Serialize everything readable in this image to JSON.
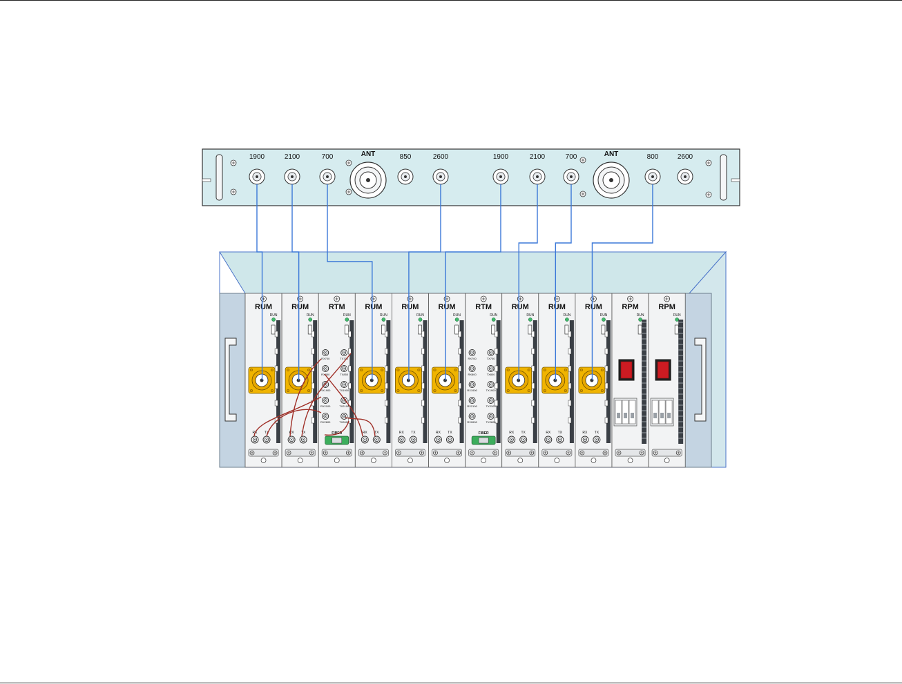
{
  "antenna_panel": {
    "left_group": [
      "1900",
      "2100",
      "700",
      "ANT",
      "850",
      "2600"
    ],
    "right_group": [
      "1900",
      "2100",
      "700",
      "ANT",
      "800",
      "2600"
    ]
  },
  "chassis": {
    "modules": [
      {
        "type": "RUM",
        "status": "RUN",
        "rx": "RX",
        "tx": "TX"
      },
      {
        "type": "RUM",
        "status": "RUN",
        "rx": "RX",
        "tx": "TX"
      },
      {
        "type": "RTM",
        "status": "RUN",
        "fiber": "FIBER",
        "rx_ports": [
          "RX700",
          "RX850",
          "RX1900",
          "RX2100",
          "RX2600"
        ],
        "tx_ports": [
          "TX700",
          "TX850",
          "TX1900",
          "TX2100",
          "TX2600"
        ]
      },
      {
        "type": "RUM",
        "status": "RUN",
        "rx": "RX",
        "tx": "TX"
      },
      {
        "type": "RUM",
        "status": "RUN",
        "rx": "RX",
        "tx": "TX"
      },
      {
        "type": "RUM",
        "status": "RUN",
        "rx": "RX",
        "tx": "TX"
      },
      {
        "type": "RTM",
        "status": "RUN",
        "fiber": "FIBER",
        "rx_ports": [
          "RX700",
          "RX800",
          "RX1900",
          "RX2100",
          "RX2600"
        ],
        "tx_ports": [
          "TX700",
          "TX800",
          "TX1900",
          "TX2100",
          "TX2600"
        ]
      },
      {
        "type": "RUM",
        "status": "RUN",
        "rx": "RX",
        "tx": "TX"
      },
      {
        "type": "RUM",
        "status": "RUN",
        "rx": "RX",
        "tx": "TX"
      },
      {
        "type": "RUM",
        "status": "RUN",
        "rx": "RX",
        "tx": "TX"
      },
      {
        "type": "RPM",
        "status": "RUN"
      },
      {
        "type": "RPM",
        "status": "RUN"
      }
    ]
  },
  "colors": {
    "panel_fill": "#d6ecef",
    "chassis_fill": "#cfe7ea",
    "module_fill": "#f2f3f4",
    "connector_gold": "#f0b400",
    "cable_blue": "#3b78d8",
    "cable_red": "#a03028",
    "power_switch": "#cc1b22",
    "led_green": "#3fb86a"
  },
  "cable_map": [
    {
      "from_port": 0,
      "to_module": 0
    },
    {
      "from_port": 1,
      "to_module": 1
    },
    {
      "from_port": 2,
      "to_module": 3
    },
    {
      "from_port": 4,
      "to_module": 4
    },
    {
      "from_port": 5,
      "to_module": 5
    },
    {
      "from_port": 6,
      "to_module": 7
    },
    {
      "from_port": 7,
      "to_module": 8
    },
    {
      "from_port": 8,
      "to_module": 9
    }
  ]
}
